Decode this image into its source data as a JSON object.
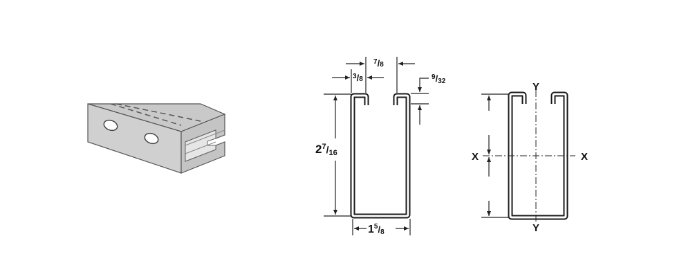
{
  "colors": {
    "ink": "#1a1a1a",
    "metal": "#cfcfcf",
    "metal_dark": "#b5b5b5",
    "background": "#ffffff"
  },
  "dimensions": {
    "slot_width": {
      "num": "7",
      "den": "8"
    },
    "lip_width": {
      "num": "3",
      "den": "8"
    },
    "lip_depth": {
      "num": "9",
      "den": "32"
    },
    "height": {
      "whole": "2",
      "num": "7",
      "den": "16"
    },
    "width": {
      "whole": "1",
      "num": "5",
      "den": "8"
    }
  },
  "axes": {
    "x_left": "X",
    "x_right": "X",
    "y_top": "Y",
    "y_bottom": "Y"
  }
}
